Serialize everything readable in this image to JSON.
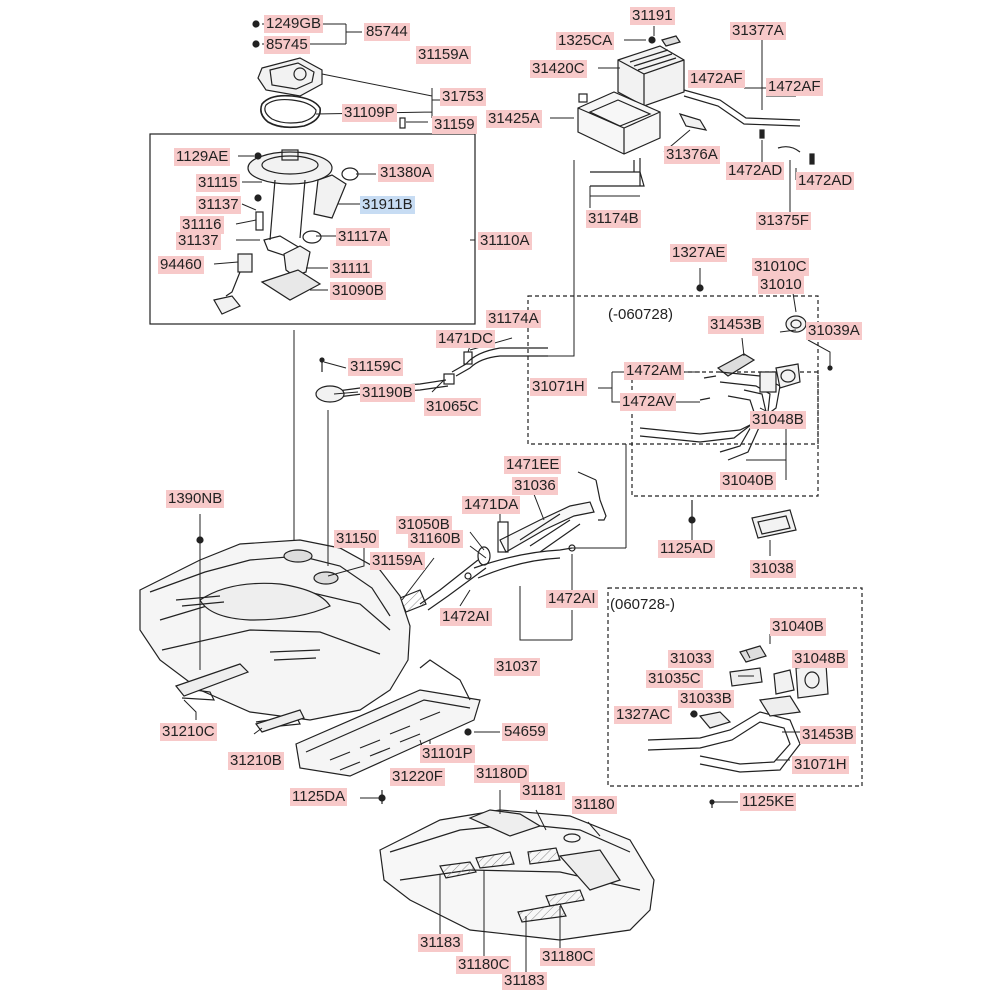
{
  "callouts": [
    {
      "id": "l1249gb",
      "text": "1249GB"
    },
    {
      "id": "l85744",
      "text": "85744"
    },
    {
      "id": "l85745",
      "text": "85745"
    },
    {
      "id": "l31159a_top",
      "text": "31159A"
    },
    {
      "id": "l31753",
      "text": "31753"
    },
    {
      "id": "l31109p",
      "text": "31109P"
    },
    {
      "id": "l31159",
      "text": "31159"
    },
    {
      "id": "l1129ae",
      "text": "1129AE"
    },
    {
      "id": "l31115",
      "text": "31115"
    },
    {
      "id": "l31380a",
      "text": "31380A"
    },
    {
      "id": "l31137a",
      "text": "31137"
    },
    {
      "id": "l31911b",
      "text": "31911B",
      "highlight": true
    },
    {
      "id": "l31116",
      "text": "31116"
    },
    {
      "id": "l31117a",
      "text": "31117A"
    },
    {
      "id": "l31137b",
      "text": "31137"
    },
    {
      "id": "l31110a",
      "text": "31110A"
    },
    {
      "id": "l94460",
      "text": "94460"
    },
    {
      "id": "l31111",
      "text": "31111"
    },
    {
      "id": "l31090b",
      "text": "31090B"
    },
    {
      "id": "l31191",
      "text": "31191"
    },
    {
      "id": "l1325ca",
      "text": "1325CA"
    },
    {
      "id": "l31377a",
      "text": "31377A"
    },
    {
      "id": "l31420c",
      "text": "31420C"
    },
    {
      "id": "l1472af1",
      "text": "1472AF"
    },
    {
      "id": "l1472af2",
      "text": "1472AF"
    },
    {
      "id": "l31425a",
      "text": "31425A"
    },
    {
      "id": "l31376a",
      "text": "31376A"
    },
    {
      "id": "l1472ad1",
      "text": "1472AD"
    },
    {
      "id": "l1472ad2",
      "text": "1472AD"
    },
    {
      "id": "l31174b",
      "text": "31174B"
    },
    {
      "id": "l31375f",
      "text": "31375F"
    },
    {
      "id": "l1327ae",
      "text": "1327AE"
    },
    {
      "id": "l31010c",
      "text": "31010C"
    },
    {
      "id": "l31010",
      "text": "31010"
    },
    {
      "id": "l31453b_top",
      "text": "31453B"
    },
    {
      "id": "l31039a",
      "text": "31039A"
    },
    {
      "id": "l31174a",
      "text": "31174A"
    },
    {
      "id": "l1471dc",
      "text": "1471DC"
    },
    {
      "id": "l31159c",
      "text": "31159C"
    },
    {
      "id": "l31190b",
      "text": "31190B"
    },
    {
      "id": "l31065c",
      "text": "31065C"
    },
    {
      "id": "l1472am",
      "text": "1472AM"
    },
    {
      "id": "l31071h_top",
      "text": "31071H"
    },
    {
      "id": "l1472av",
      "text": "1472AV"
    },
    {
      "id": "l31048b_top",
      "text": "31048B"
    },
    {
      "id": "l31040b_top",
      "text": "31040B"
    },
    {
      "id": "l1471ee",
      "text": "1471EE"
    },
    {
      "id": "l31036",
      "text": "31036"
    },
    {
      "id": "l1390nb",
      "text": "1390NB"
    },
    {
      "id": "l1471da",
      "text": "1471DA"
    },
    {
      "id": "l31050b",
      "text": "31050B"
    },
    {
      "id": "l31150",
      "text": "31150"
    },
    {
      "id": "l31160b",
      "text": "31160B"
    },
    {
      "id": "l1125ad",
      "text": "1125AD"
    },
    {
      "id": "l31038",
      "text": "31038"
    },
    {
      "id": "l31159a_mid",
      "text": "31159A"
    },
    {
      "id": "l1472ai1",
      "text": "1472AI"
    },
    {
      "id": "l1472ai2",
      "text": "1472AI"
    },
    {
      "id": "l31040b_bot",
      "text": "31040B"
    },
    {
      "id": "l31033",
      "text": "31033"
    },
    {
      "id": "l31048b_bot",
      "text": "31048B"
    },
    {
      "id": "l31037",
      "text": "31037"
    },
    {
      "id": "l31035c",
      "text": "31035C"
    },
    {
      "id": "l31033b",
      "text": "31033B"
    },
    {
      "id": "l1327ac",
      "text": "1327AC"
    },
    {
      "id": "l31453b_bot",
      "text": "31453B"
    },
    {
      "id": "l31210c",
      "text": "31210C"
    },
    {
      "id": "l54659",
      "text": "54659"
    },
    {
      "id": "l31071h_bot",
      "text": "31071H"
    },
    {
      "id": "l31210b",
      "text": "31210B"
    },
    {
      "id": "l31101p",
      "text": "31101P"
    },
    {
      "id": "l31180d",
      "text": "31180D"
    },
    {
      "id": "l31220f",
      "text": "31220F"
    },
    {
      "id": "l1125da",
      "text": "1125DA"
    },
    {
      "id": "l1125ke",
      "text": "1125KE"
    },
    {
      "id": "l31181",
      "text": "31181"
    },
    {
      "id": "l31180",
      "text": "31180"
    },
    {
      "id": "l31183a",
      "text": "31183"
    },
    {
      "id": "l31180c1",
      "text": "31180C"
    },
    {
      "id": "l31180c2",
      "text": "31180C"
    },
    {
      "id": "l31183b",
      "text": "31183"
    }
  ],
  "notes": {
    "upto": "(-060728)",
    "from": "(060728-)"
  }
}
